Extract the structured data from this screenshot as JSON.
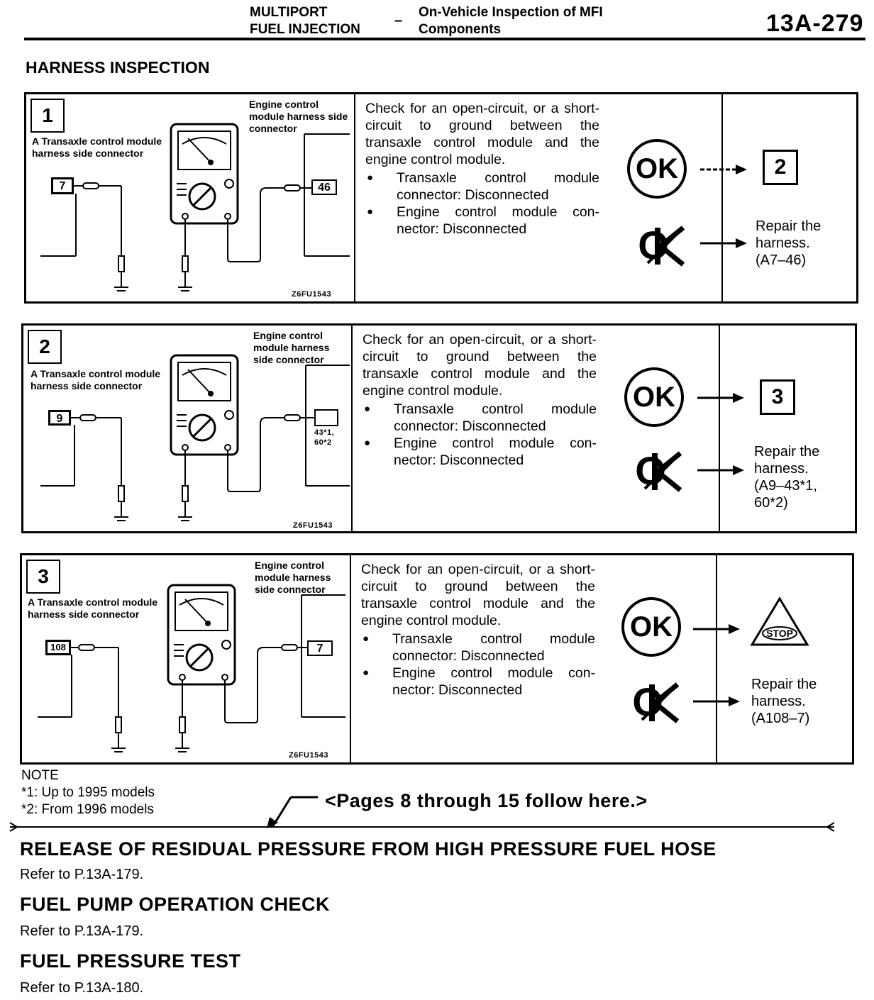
{
  "header": {
    "section_line1": "MULTIPORT",
    "section_line2": "FUEL INJECTION",
    "dash": "–",
    "topic_line1": "On-Vehicle Inspection of MFI",
    "topic_line2": "Components",
    "page_number": "13A-279"
  },
  "section_title": "HARNESS INSPECTION",
  "steps": [
    {
      "number": "1",
      "diagram": {
        "label_a": "A  Transaxle control module harness side connector",
        "label_ecm": "Engine control module harness side connector",
        "pin_left": "7",
        "pin_right": "46",
        "pin_right_note": "",
        "figure_code": "Z6FU1543"
      },
      "description": "Check for an open-circuit, or a short-circuit to ground between the transaxle control module and the engine control module.",
      "bullets": [
        "Transaxle control module connector: Disconnected",
        "Engine control module con-nector: Disconnected"
      ],
      "ok_label": "OK",
      "ng_label": "NG",
      "ok_goto": "2",
      "ng_action": "Repair the harness. (A7–46)"
    },
    {
      "number": "2",
      "diagram": {
        "label_a": "A  Transaxle control module harness side connector",
        "label_ecm": "Engine control module harness side connector",
        "pin_left": "9",
        "pin_right": "",
        "pin_right_note": "43*1, 60*2",
        "figure_code": "Z6FU1543"
      },
      "description": "Check for an open-circuit, or a short-circuit to ground between the transaxle control module and the engine control module.",
      "bullets": [
        "Transaxle control module connector: Disconnected",
        "Engine control module con-nector: Disconnected"
      ],
      "ok_label": "OK",
      "ng_label": "NG",
      "ok_goto": "3",
      "ng_action": "Repair the harness. (A9–43*1, 60*2)"
    },
    {
      "number": "3",
      "diagram": {
        "label_a": "A  Transaxle control module harness side connector",
        "label_ecm": "Engine control module harness side connector",
        "pin_left": "108",
        "pin_right": "7",
        "pin_right_note": "",
        "figure_code": "Z6FU1543"
      },
      "description": "Check for an open-circuit, or a short-circuit to ground between the transaxle control module and the engine control module.",
      "bullets": [
        "Transaxle control module connector: Disconnected",
        "Engine control module con-nector: Disconnected"
      ],
      "ok_label": "OK",
      "ng_label": "NG",
      "ok_goto": "STOP",
      "ng_action": "Repair the harness. (A108–7)"
    }
  ],
  "note": {
    "title": "NOTE",
    "lines": [
      "*1: Up to 1995 models",
      "*2: From 1996 models"
    ]
  },
  "pages_follow": "<Pages 8 through 15 follow here.>",
  "sections": [
    {
      "title": "RELEASE OF RESIDUAL PRESSURE FROM HIGH PRESSURE FUEL HOSE",
      "ref": "Refer to P.13A-179."
    },
    {
      "title": "FUEL PUMP OPERATION CHECK",
      "ref": "Refer to P.13A-179."
    },
    {
      "title": "FUEL PRESSURE TEST",
      "ref": "Refer to P.13A-180."
    }
  ]
}
